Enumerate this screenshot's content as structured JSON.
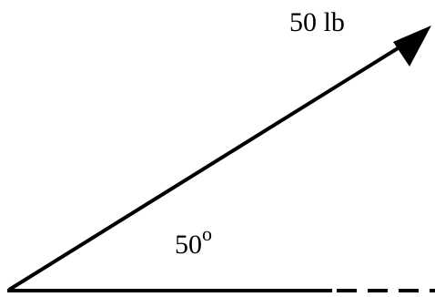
{
  "diagram": {
    "force_label": "50 lb",
    "angle_value": "50",
    "angle_unit": "o",
    "colors": {
      "stroke": "#000000",
      "background": "#ffffff"
    }
  }
}
